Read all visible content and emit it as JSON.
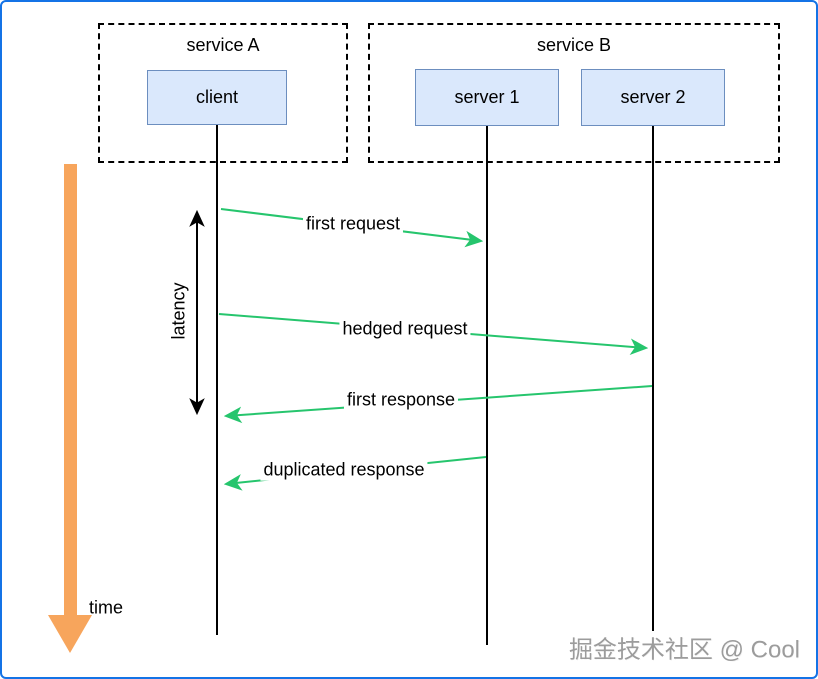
{
  "diagram": {
    "type": "sequence-diagram",
    "topic": "hedged request pattern"
  },
  "groups": [
    {
      "id": "service-a",
      "label": "service A"
    },
    {
      "id": "service-b",
      "label": "service B"
    }
  ],
  "nodes": [
    {
      "id": "client",
      "label": "client"
    },
    {
      "id": "server1",
      "label": "server 1"
    },
    {
      "id": "server2",
      "label": "server 2"
    }
  ],
  "messages": [
    {
      "id": "first-request",
      "label": "first request",
      "from": "client",
      "to": "server 1"
    },
    {
      "id": "hedged-request",
      "label": "hedged request",
      "from": "client",
      "to": "server 2"
    },
    {
      "id": "first-response",
      "label": "first response",
      "from": "server 2",
      "to": "client"
    },
    {
      "id": "duplicated-response",
      "label": "duplicated response",
      "from": "server 1",
      "to": "client"
    }
  ],
  "annotations": {
    "latency": "latency",
    "time": "time"
  },
  "watermark": "掘金技术社区 @ Cool",
  "colors": {
    "canvas_border": "#1473e6",
    "node_fill": "#dae8fc",
    "node_border": "#6c8ebf",
    "message_arrow": "#26c56d",
    "time_arrow": "#f7a55c",
    "lifeline": "#000000",
    "watermark_text": "#9c9c9c"
  }
}
